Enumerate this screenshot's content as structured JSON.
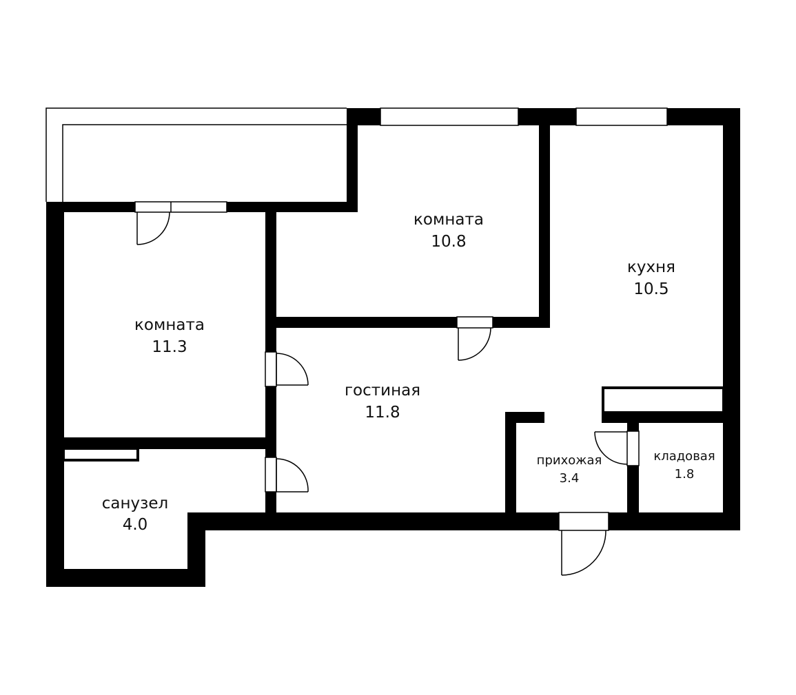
{
  "plan": {
    "wall_color": "#000000",
    "background": "#ffffff",
    "rooms": [
      {
        "id": "room-1",
        "name": "комната",
        "area": "10.8"
      },
      {
        "id": "kitchen",
        "name": "кухня",
        "area": "10.5"
      },
      {
        "id": "room-2",
        "name": "комната",
        "area": "11.3"
      },
      {
        "id": "living",
        "name": "гостиная",
        "area": "11.8"
      },
      {
        "id": "bathroom",
        "name": "санузел",
        "area": "4.0"
      },
      {
        "id": "hallway",
        "name": "прихожая",
        "area": "3.4"
      },
      {
        "id": "storage",
        "name": "кладовая",
        "area": "1.8"
      }
    ]
  }
}
